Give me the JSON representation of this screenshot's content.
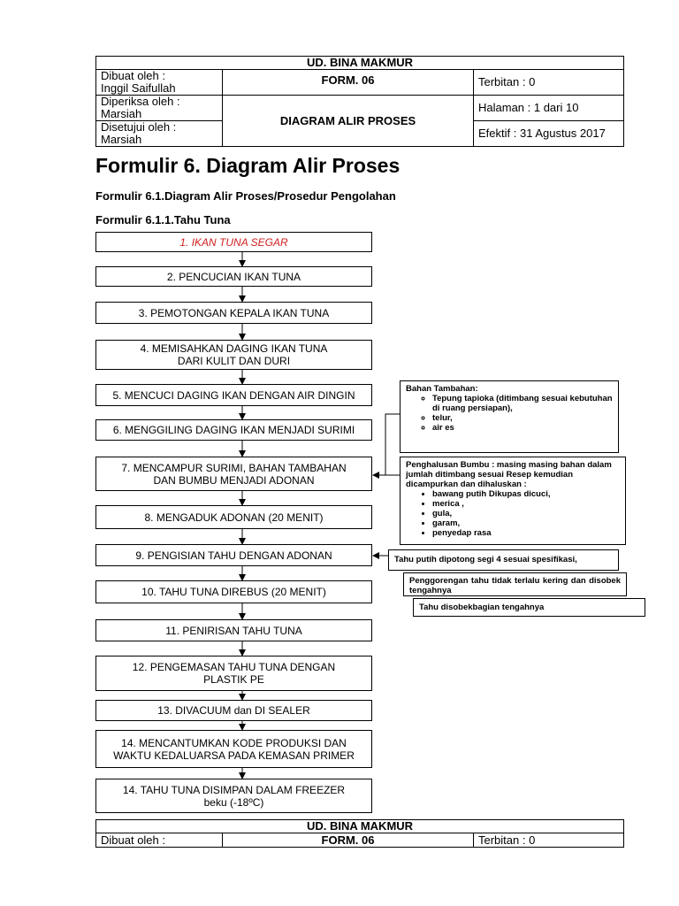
{
  "header": {
    "company": "UD. BINA MAKMUR",
    "made_by_label": "Dibuat oleh :",
    "made_by_name": "Inggil Saifullah",
    "form_code": "FORM. 06",
    "edition": "Terbitan : 0",
    "checked_by_label": "Diperiksa oleh :",
    "checked_by_name": "Marsiah",
    "doc_title": "DIAGRAM ALIR PROSES",
    "page": "Halaman : 1 dari 10",
    "approved_by_label": "Disetujui oleh :",
    "approved_by_name": "Marsiah",
    "effective": "Efektif : 31 Agustus 2017"
  },
  "title": "Formulir 6.  Diagram Alir Proses",
  "subtitle1": "Formulir 6.1.Diagram Alir Proses/Prosedur Pengolahan",
  "subtitle2": "Formulir 6.1.1.Tahu Tuna",
  "steps": [
    {
      "l1": "1.   IKAN TUNA SEGAR",
      "l2": ""
    },
    {
      "l1": "2.  PENCUCIAN IKAN TUNA",
      "l2": ""
    },
    {
      "l1": "3.  PEMOTONGAN KEPALA IKAN TUNA",
      "l2": ""
    },
    {
      "l1": "4.  MEMISAHKAN DAGING IKAN TUNA",
      "l2": "DARI KULIT DAN DURI"
    },
    {
      "l1": "5. MENCUCI DAGING IKAN DENGAN AIR DINGIN",
      "l2": ""
    },
    {
      "l1": "6. MENGGILING DAGING IKAN MENJADI SURIMI",
      "l2": ""
    },
    {
      "l1": "7.  MENCAMPUR SURIMI, BAHAN TAMBAHAN",
      "l2": "DAN BUMBU MENJADI ADONAN"
    },
    {
      "l1": "8.  MENGADUK ADONAN (20 MENIT)",
      "l2": ""
    },
    {
      "l1": "9. PENGISIAN TAHU DENGAN ADONAN",
      "l2": ""
    },
    {
      "l1": "10. TAHU TUNA DIREBUS (20 MENIT)",
      "l2": ""
    },
    {
      "l1": "11. PENIRISAN TAHU TUNA",
      "l2": ""
    },
    {
      "l1": "12. PENGEMASAN TAHU TUNA DENGAN",
      "l2": "PLASTIK PE"
    },
    {
      "l1": "13. DIVACUUM dan DI SEALER",
      "l2": ""
    },
    {
      "l1": "14. MENCANTUMKAN KODE PRODUKSI DAN",
      "l2": "WAKTU KEDALUARSA PADA KEMASAN PRIMER"
    },
    {
      "l1": "14. TAHU TUNA DISIMPAN DALAM FREEZER",
      "l2": "beku (-18ºC)"
    }
  ],
  "notes": {
    "bahan_title": "Bahan Tambahan:",
    "bahan_items": [
      "Tepung tapioka (ditimbang sesuai kebutuhan di ruang persiapan),",
      "telur,",
      "air es"
    ],
    "bumbu_title": "Penghalusan Bumbu : masing masing bahan dalam jumlah ditimbang sesuai Resep kemudian dicampurkan dan dihaluskan  :",
    "bumbu_items": [
      "bawang putih Dikupas dicuci,",
      "merica ,",
      "gula,",
      "garam,",
      "penyedap rasa"
    ],
    "tahu_potong": "Tahu putih dipotong segi 4 sesuai spesifikasi,",
    "goreng": "Penggorengan tahu tidak terlalu kering dan disobek tengahnya",
    "sobek": "Tahu disobekbagian tengahnya"
  },
  "footer": {
    "company": "UD. BINA MAKMUR",
    "made_by_label": "Dibuat oleh :",
    "form_code": "FORM. 06",
    "edition": "Terbitan : 0"
  }
}
